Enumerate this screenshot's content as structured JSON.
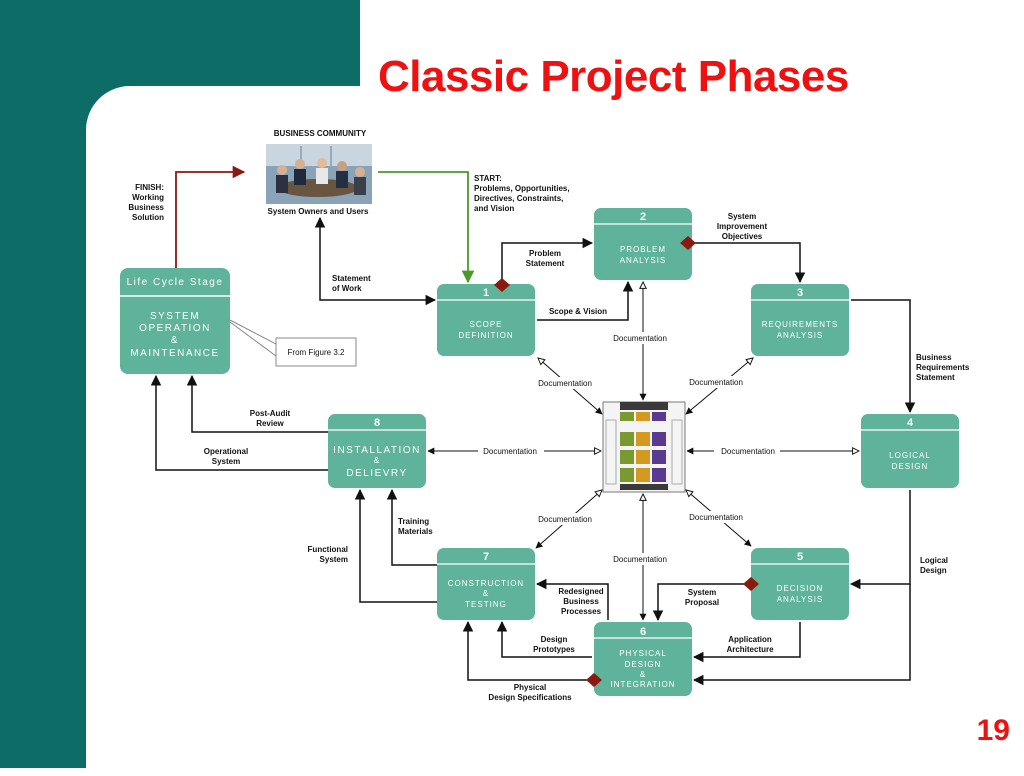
{
  "slide": {
    "title": "Classic Project Phases",
    "page_number": "19"
  },
  "colors": {
    "teal_background": "#0d6d66",
    "phase_box": "#5fb39a",
    "title_red": "#ee1111",
    "diamond_red": "#8a1a10",
    "start_arrow_green": "#4a9a2a"
  },
  "business_community": {
    "heading": "BUSINESS COMMUNITY",
    "caption": "System Owners and Users"
  },
  "start_note": [
    "START:",
    "Problems, Opportunities,",
    "Directives, Constraints,",
    "and Vision"
  ],
  "finish_note": [
    "FINISH:",
    "Working",
    "Business",
    "Solution"
  ],
  "lifecycle": {
    "header": "Life Cycle Stage",
    "lines": [
      "SYSTEM",
      "OPERATION",
      "&",
      "MAINTENANCE"
    ],
    "callout": "From Figure 3.2"
  },
  "phases": [
    {
      "num": "1",
      "lines": [
        "SCOPE",
        "DEFINITION"
      ]
    },
    {
      "num": "2",
      "lines": [
        "PROBLEM",
        "ANALYSIS"
      ]
    },
    {
      "num": "3",
      "lines": [
        "REQUIREMENTS",
        "ANALYSIS"
      ]
    },
    {
      "num": "4",
      "lines": [
        "LOGICAL",
        "DESIGN"
      ]
    },
    {
      "num": "5",
      "lines": [
        "DECISION",
        "ANALYSIS"
      ]
    },
    {
      "num": "6",
      "lines": [
        "PHYSICAL",
        "DESIGN",
        "&",
        "INTEGRATION"
      ]
    },
    {
      "num": "7",
      "lines": [
        "CONSTRUCTION",
        "&",
        "TESTING"
      ]
    },
    {
      "num": "8",
      "lines": [
        "INSTALLATION",
        "&",
        "DELIEVRY"
      ]
    }
  ],
  "flow_labels": {
    "statement_of_work": [
      "Statement",
      "of Work"
    ],
    "problem_statement": [
      "Problem",
      "Statement"
    ],
    "scope_vision": "Scope & Vision",
    "system_improvement": [
      "System",
      "Improvement",
      "Objectives"
    ],
    "business_requirements": [
      "Business",
      "Requirements",
      "Statement"
    ],
    "logical_design": [
      "Logical",
      "Design"
    ],
    "system_proposal": [
      "System",
      "Proposal"
    ],
    "application_architecture": [
      "Application",
      "Architecture"
    ],
    "redesigned_processes": [
      "Redesigned",
      "Business",
      "Processes"
    ],
    "design_prototypes": [
      "Design",
      "Prototypes"
    ],
    "physical_design_specs": [
      "Physical",
      "Design Specifications"
    ],
    "training_materials": [
      "Training",
      "Materials"
    ],
    "functional_system": [
      "Functional",
      "System"
    ],
    "post_audit": [
      "Post-Audit",
      "Review"
    ],
    "operational_system": [
      "Operational",
      "System"
    ]
  },
  "documentation_label": "Documentation"
}
